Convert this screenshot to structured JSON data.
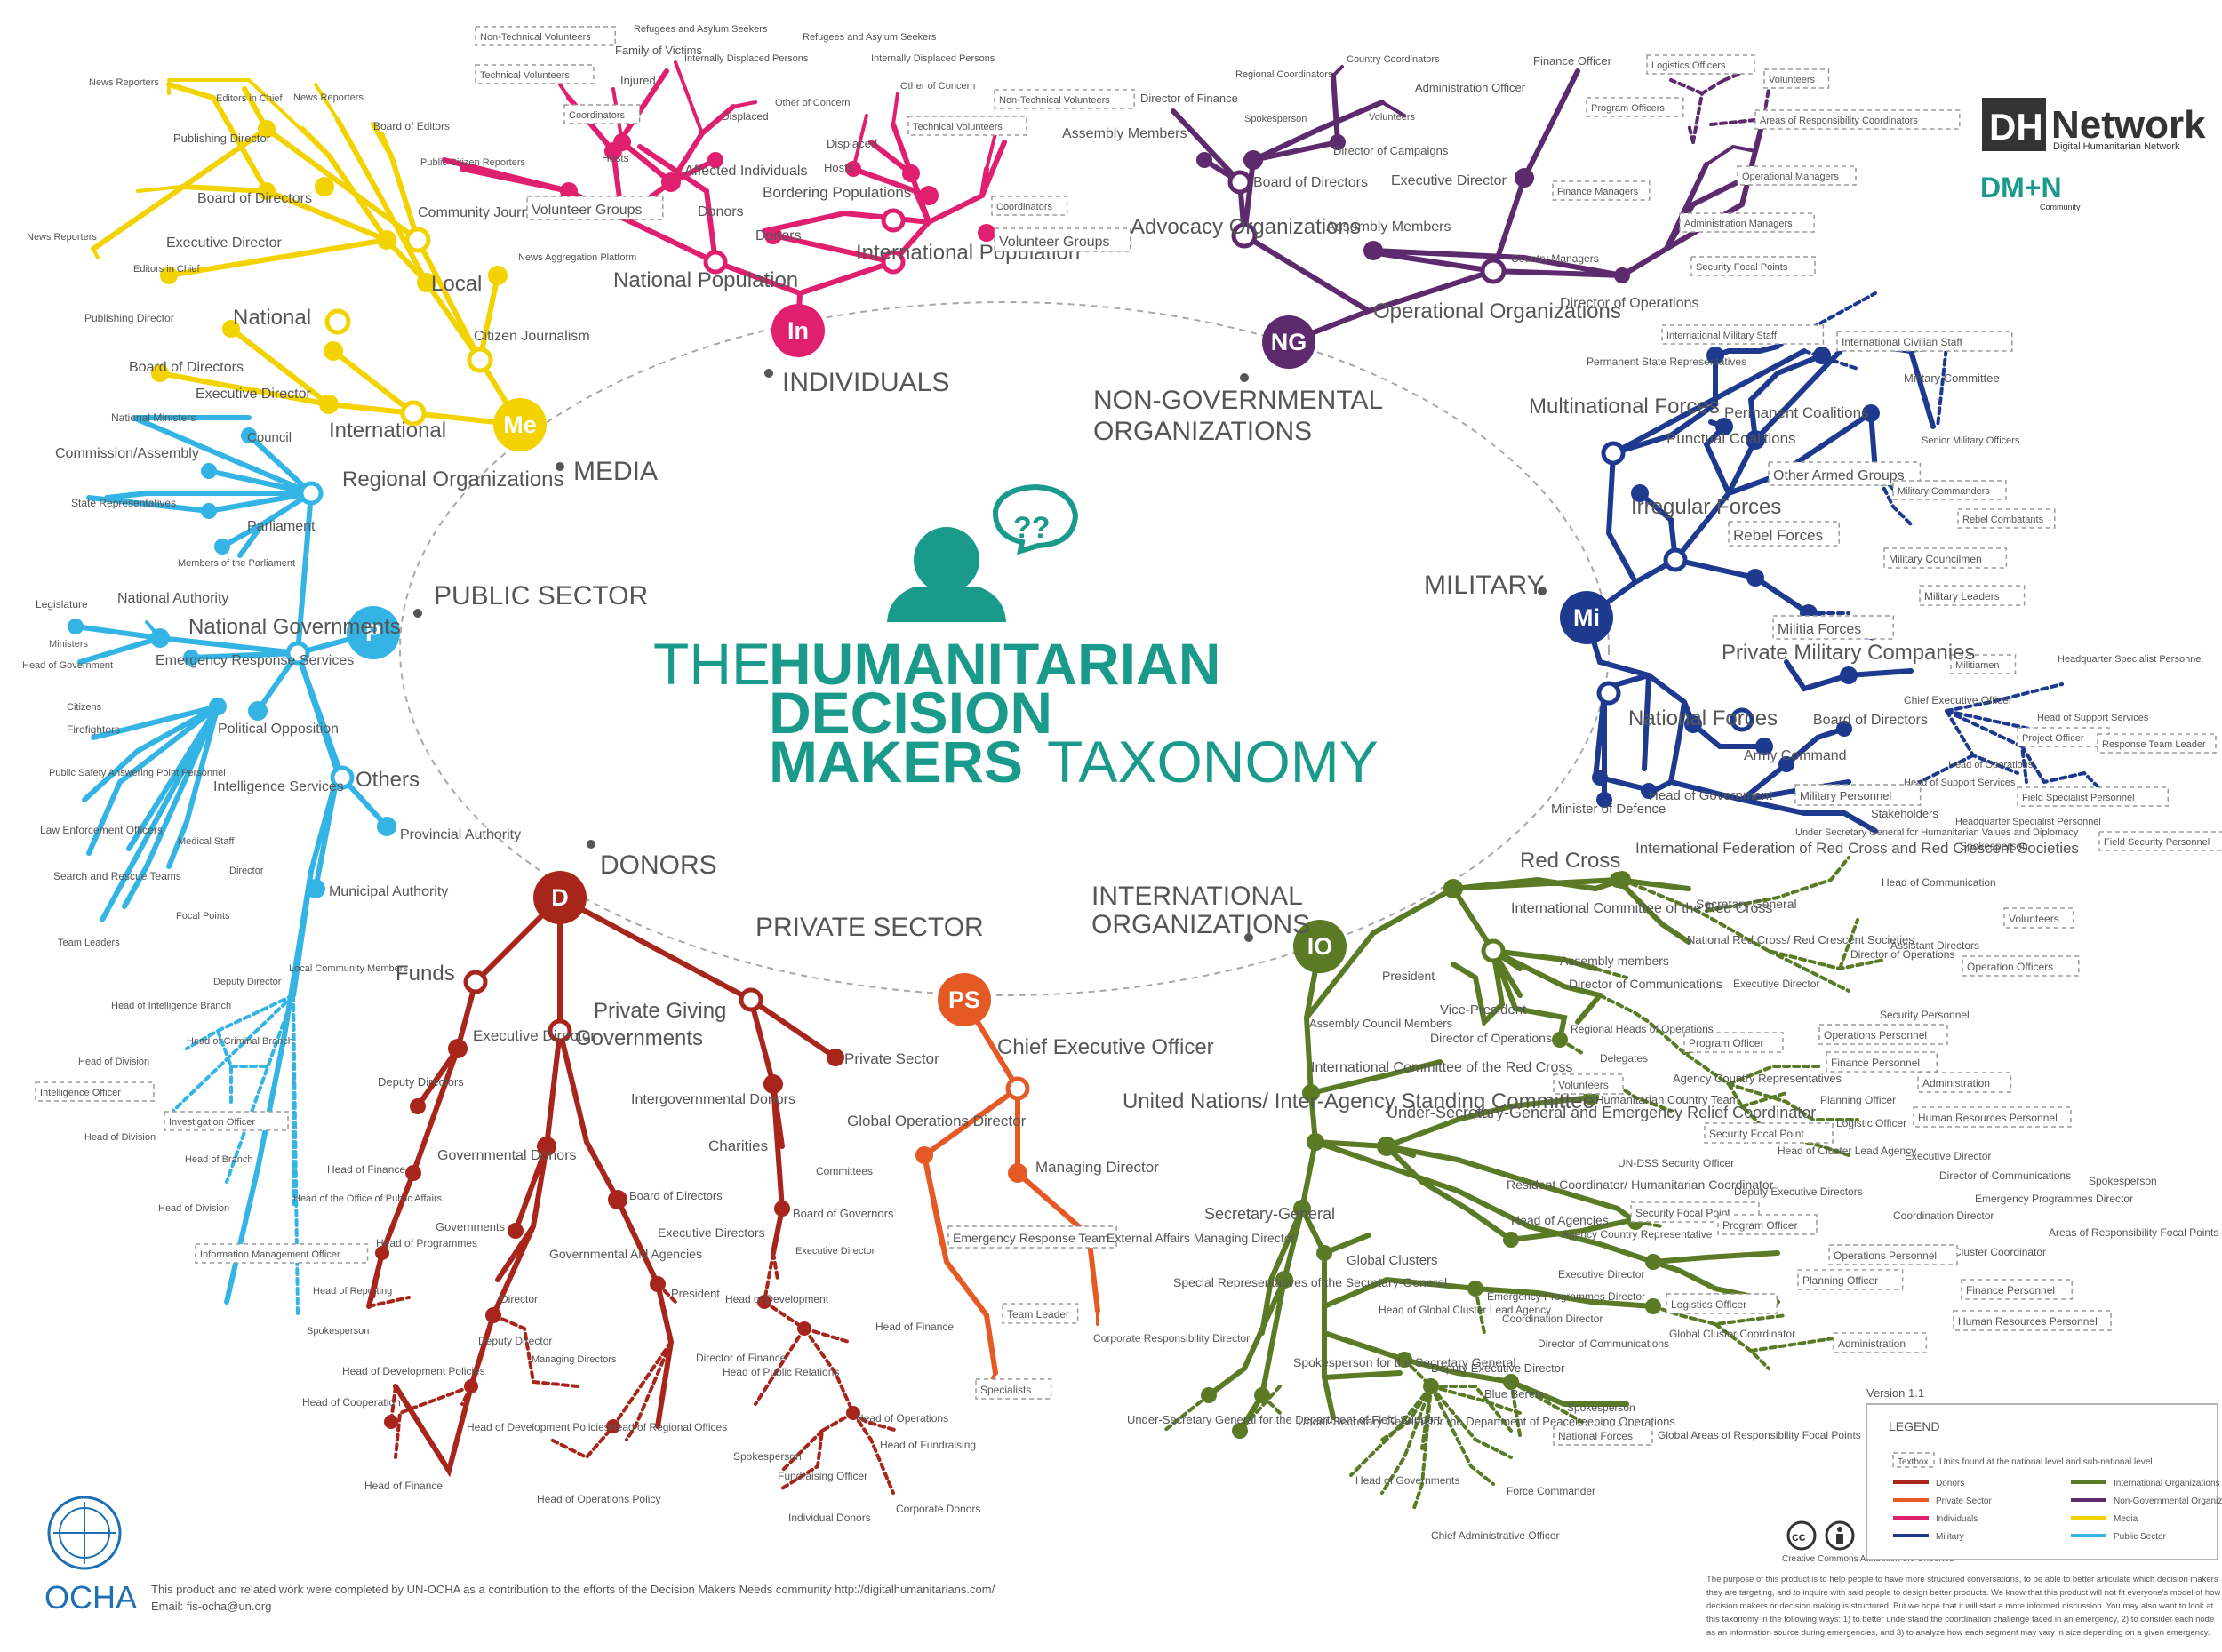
{
  "title": {
    "the": "THE",
    "humanitarian": "HUMANITARIAN",
    "decision": "DECISION",
    "makers": "MAKERS",
    "taxonomy": "TAXONOMY"
  },
  "brand": {
    "dh": "DH",
    "network": "Network",
    "network_sub": "Digital Humanitarian Network",
    "dmn": "DM+N",
    "dmn_sub": "Community"
  },
  "ocha": {
    "label": "OCHA",
    "credit": "This product and related work were completed by UN-OCHA as a contribution to the efforts of the Decision Makers Needs community http://digitalhumanitarians.com/",
    "email": "Email: fis-ocha@un.org"
  },
  "version": "Version 1.1",
  "license": "Creative Commons Attribution 3.0 Unported",
  "purpose_text": [
    "The purpose of this product is to help people to have more structured conversations, to be able to better articulate which decision makers",
    "they are targeting, and to inquire with said people to design better products. We know that this product will not fit everyone's model of how",
    "decision makers or decision making is structured. But we hope that it will start a more informed discussion. You may also want to look at",
    "this taxonomy in the following ways: 1) to better understand the coordination challenge faced in an emergency, 2) to consider each node",
    "as an information source during emergencies, and 3) to analyze how each segment may vary in size depending on a given emergency."
  ],
  "legend": {
    "title": "LEGEND",
    "textbox_label": "Textbox",
    "textbox_desc": "Units found at the national level and sub-national level",
    "items": [
      {
        "label": "Donors",
        "color": "#a8251c"
      },
      {
        "label": "Private Sector",
        "color": "#e55a24"
      },
      {
        "label": "Individuals",
        "color": "#e0206f"
      },
      {
        "label": "Military",
        "color": "#1d3a8f"
      },
      {
        "label": "International Organizations",
        "color": "#5a7a25"
      },
      {
        "label": "Non-Governmental Organizations",
        "color": "#5e2a6e"
      },
      {
        "label": "Media",
        "color": "#f2d300"
      },
      {
        "label": "Public Sector",
        "color": "#34b4e4"
      }
    ]
  },
  "hubs": {
    "individuals": {
      "abbr": "In",
      "label": "INDIVIDUALS",
      "color": "#e0206f"
    },
    "ngo": {
      "abbr": "NG",
      "label1": "NON-GOVERNMENTAL",
      "label2": "ORGANIZATIONS",
      "color": "#5e2a6e"
    },
    "media": {
      "abbr": "Me",
      "label": "MEDIA",
      "color": "#f2d300"
    },
    "public": {
      "abbr": "P",
      "label": "PUBLIC SECTOR",
      "color": "#34b4e4"
    },
    "military": {
      "abbr": "Mi",
      "label": "MILITARY",
      "color": "#1d3a8f"
    },
    "donors": {
      "abbr": "D",
      "label": "DONORS",
      "color": "#a8251c"
    },
    "private": {
      "abbr": "PS",
      "label": "PRIVATE SECTOR",
      "color": "#e55a24"
    },
    "io": {
      "abbr": "IO",
      "label1": "INTERNATIONAL",
      "label2": "ORGANIZATIONS",
      "color": "#5a7a25"
    }
  },
  "labels": {
    "media": [
      "News Reporters",
      "Editors in Chief",
      "News Reporters",
      "Publishing Director",
      "Board of Editors",
      "Board of Directors",
      "Public Citizen Reporters",
      "Community Journalism",
      "Executive Director",
      "News Aggregation Platform",
      "News Reporters",
      "Editors in Chief",
      "Local",
      "Publishing Director",
      "National",
      "Citizen Journalism",
      "Board of Directors",
      "Executive Director",
      "International",
      "Technical Volunteers",
      "Coordinators",
      "Volunteer Groups"
    ],
    "individuals": [
      "Refugees and Asylum Seekers",
      "Non-Technical Volunteers",
      "Family of Victims",
      "Internally Displaced Persons",
      "Injured",
      "Other of Concern",
      "Displaced",
      "Affected Individuals",
      "Hosts",
      "Donors",
      "National Population",
      "Refugees and Asylum Seekers",
      "Internally Displaced Persons",
      "Other of Concern",
      "Non-Technical Volunteers",
      "Technical Volunteers",
      "Displaced",
      "Hosts",
      "Bordering Populations",
      "Coordinators",
      "Donors",
      "International Population",
      "Volunteer Groups"
    ],
    "ngo": [
      "Country Coordinators",
      "Regional Coordinators",
      "Finance Officer",
      "Logistics Officers",
      "Volunteers",
      "Spokesperson",
      "Volunteers",
      "Director of Finance",
      "Administration Officer",
      "Areas of Responsibility Coordinators",
      "Director of Campaigns",
      "Program Officers",
      "Operational Managers",
      "Assembly Members",
      "Board of Directors",
      "Executive Director",
      "Finance Managers",
      "Advocacy Organizations",
      "Assembly Members",
      "Administration Managers",
      "Country Managers",
      "Security Focal Points",
      "Operational Organizations",
      "Director of Operations"
    ],
    "military": [
      "International Military Staff",
      "International Civilian Staff",
      "Permanent State Representatives",
      "Military Committee",
      "Multinational Forces",
      "Permanent Coalitions",
      "Senior Military Officers",
      "Punctual Coalitions",
      "Other Armed Groups",
      "Military Commanders",
      "Irregular Forces",
      "Rebel Combatants",
      "Rebel Forces",
      "Military Councilmen",
      "Military Leaders",
      "Militia Forces",
      "Militiamen",
      "Private Military Companies",
      "Headquarter Specialist Personnel",
      "Chief Executive Officer",
      "Head of Support Services",
      "Board of Directors",
      "Project Officer",
      "Response Team Leader",
      "National Forces",
      "Head of Operations",
      "Army Command",
      "Head of Support Services",
      "Military Personnel",
      "Field Specialist Personnel",
      "Minister of Defence",
      "Head of Government",
      "Stakeholders",
      "Headquarter Specialist Personnel",
      "Field Security Personnel"
    ],
    "public": [
      "National Ministers",
      "Council",
      "Commission/Assembly",
      "Regional Organizations",
      "State Representatives",
      "Parliament",
      "Members of the Parliament",
      "Legislature",
      "National Authority",
      "National Governments",
      "Ministers",
      "Head of Government",
      "Emergency Response Services",
      "Citizens",
      "Firefighters",
      "Political Opposition",
      "Public Safety Answering Point Personnel",
      "Intelligence Services",
      "Others",
      "Law Enforcement Officers",
      "Medical Staff",
      "Provincial Authority",
      "Search and Rescue Teams",
      "Director",
      "Municipal Authority",
      "Focal Points",
      "Team Leaders",
      "Local Community Members",
      "Deputy Director",
      "Head of Intelligence Branch",
      "Head of Criminal Branch",
      "Head of Division",
      "Intelligence Officer",
      "Investigation Officer",
      "Head of Division",
      "Head of Branch",
      "Head of Division",
      "Head of the Office of Public Affairs",
      "Information Management Officer",
      "Spokesperson"
    ],
    "donors": [
      "Funds",
      "Private Giving",
      "Governments",
      "Executive Director",
      "Private Sector",
      "Deputy Directors",
      "Intergovernmental Donors",
      "Charities",
      "Governmental Donors",
      "Head of Finance",
      "Committees",
      "Governments",
      "Board of Directors",
      "Board of Governors",
      "Head of Programmes",
      "Executive Directors",
      "Executive Director",
      "Governmental Aid Agencies",
      "Head of Reporting",
      "President",
      "Head of Development",
      "Director",
      "Head of Finance",
      "Deputy Director",
      "Director of Finance",
      "Managing Directors",
      "Head of Public Relations",
      "Head of Development Policies",
      "Head of Cooperation",
      "Head of Development Policies",
      "Head of Regional Offices",
      "Head of Operations",
      "Head of Fundraising",
      "Spokesperson",
      "Fundraising Officer",
      "Head of Finance",
      "Head of Operations Policy",
      "Individual Donors",
      "Corporate Donors"
    ],
    "private": [
      "Chief Executive Officer",
      "Global Operations Director",
      "Managing Director",
      "Emergency Response Team",
      "External Affairs Managing Director",
      "Team Leader",
      "Corporate Responsibility Director",
      "Specialists"
    ],
    "io": [
      "Red Cross",
      "International Federation of Red Cross and Red Crescent Societies",
      "Under Secretary General for Humanitarian Values and Diplomacy",
      "Spokesperson",
      "International Committee of the Red Cross",
      "Head of Communication",
      "Assembly members",
      "Secretary General",
      "Volunteers",
      "President",
      "Director of Communications",
      "National Red Cross/ Red Crescent Societies",
      "Assistant Directors",
      "Operation Officers",
      "Executive Director",
      "Director of Operations",
      "Security Personnel",
      "Assembly Council Members",
      "Vice-President",
      "Director of Operations",
      "Regional Heads of Operations",
      "Operations Personnel",
      "International Committee of the Red Cross",
      "Delegates",
      "Program Officer",
      "Agency Country Representatives",
      "Finance Personnel",
      "Administration",
      "United Nations/ Inter-Agency Standing Committee",
      "Volunteers",
      "Humanitarian Country Team",
      "Planning Officer",
      "Logistic Officer",
      "Human Resources Personnel",
      "Under-Secretary-General and Emergency Relief Coordinator",
      "Security Focal Point",
      "Head of Cluster Lead Agency",
      "Executive Director",
      "UN-DSS Security Officer",
      "Director of Communications",
      "Resident Coordinator/ Humanitarian Coordinator",
      "Deputy Executive Directors",
      "Spokesperson",
      "Emergency Programmes Director",
      "Secretary-General",
      "Head of Agencies",
      "Security Focal Point",
      "Coordination Director",
      "Program Officer",
      "Agency Country Representative",
      "Areas of Responsibility Focal Points",
      "Global Clusters",
      "Cluster Coordinator",
      "Operations Personnel",
      "Special Representatives of the Secretary-General",
      "Executive Director",
      "Planning Officer",
      "Finance Personnel",
      "Emergency Programmes Director",
      "Head of Global Cluster Lead Agency",
      "Coordination Director",
      "Human Resources Personnel",
      "Logistics Officer",
      "Global Cluster Coordinator",
      "Director of Communications",
      "Administration",
      "Deputy Executive Director",
      "Spokesperson for the Secretary General",
      "Spokesperson",
      "Blue Berets",
      "Under-Secretary General for the Department of Field Support",
      "Under-Secretary General for the Department of Peacekeeping Operations",
      "National Forces",
      "Global Areas of Responsibility Focal Points",
      "Head of Governments",
      "Force Commander",
      "Chief Administrative Officer"
    ]
  }
}
